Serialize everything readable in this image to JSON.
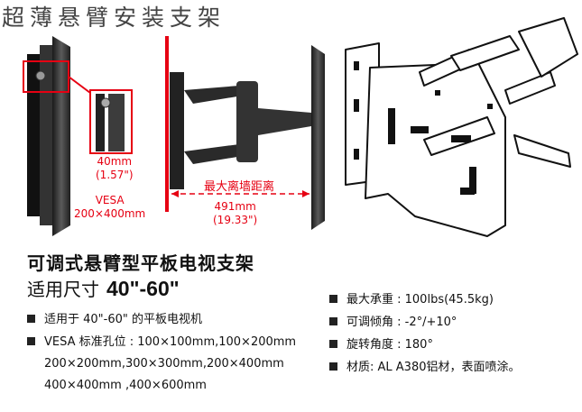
{
  "header": {
    "title": "超薄悬臂安装支架"
  },
  "dimensions": {
    "wall_gap": {
      "mm": "40mm",
      "inch": "(1.57\")"
    },
    "vesa": {
      "label": "VESA",
      "size": "200×400mm"
    },
    "reach": {
      "label": "最大离墙距离",
      "mm": "491mm",
      "inch": "(19.33\")"
    }
  },
  "product": {
    "title": "可调式悬臂型平板电视支架",
    "subtitle_prefix": "适用尺寸",
    "size_range": "40\"-60\""
  },
  "specs_left": [
    {
      "text": "适用于  40\"-60\" 的平板电视机"
    },
    {
      "text": "VESA 标准孔位 : 100×100mm,100×200mm"
    }
  ],
  "vesa_lines": [
    "200×200mm,300×300mm,200×400mm",
    "400×400mm ,400×600mm"
  ],
  "specs_right": [
    {
      "text": "最大承重 : 100lbs(45.5kg)"
    },
    {
      "text": "可调倾角 : -2°/+10°"
    },
    {
      "text": "旋转角度 : 180°"
    },
    {
      "text": "材质: AL A380铝材，表面喷涂。"
    }
  ],
  "colors": {
    "accent_red": "#e60012",
    "text_dark": "#111111"
  }
}
